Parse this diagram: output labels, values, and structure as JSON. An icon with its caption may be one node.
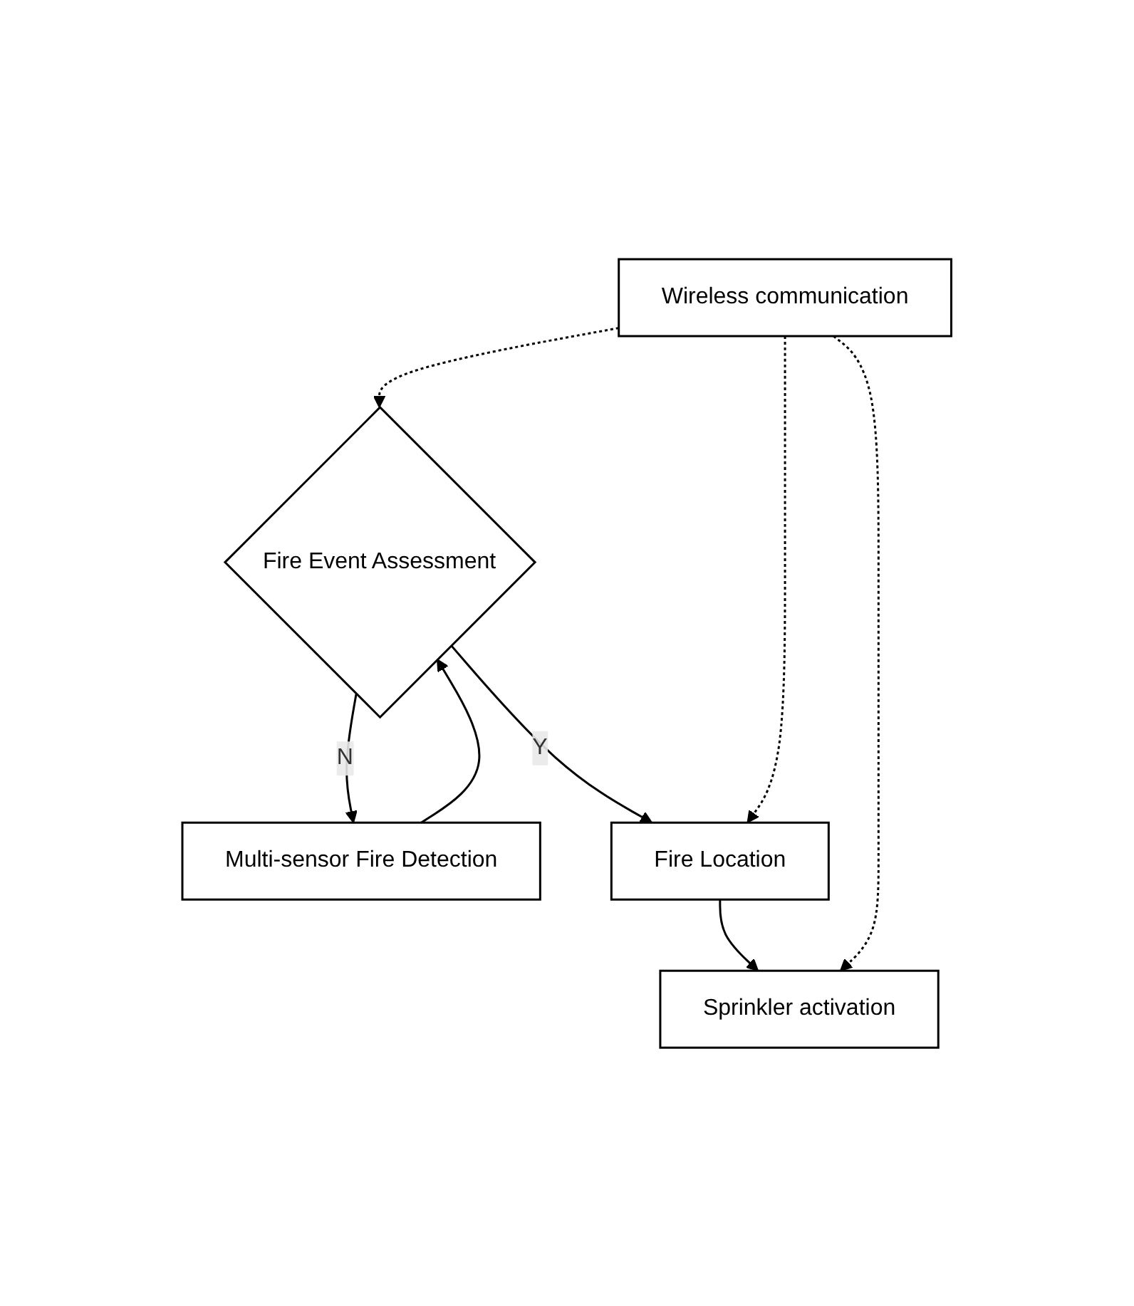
{
  "diagram": {
    "nodes": [
      {
        "text": [
          "Wireless communication"
        ]
      },
      {
        "text": [
          "Multi-sensor Fire Detection"
        ]
      },
      {
        "text": [
          "Fire Event Assessment"
        ]
      },
      {
        "text": [
          "Fire Location"
        ]
      },
      {
        "text": [
          "Sprinkler activation"
        ]
      }
    ],
    "edges": [
      {
        "from": 1,
        "to": 2,
        "arrow": "to"
      },
      {
        "from": 2,
        "to": 3,
        "arrow": "to",
        "label": "Y"
      },
      {
        "from": 3,
        "to": 4,
        "arrow": "to"
      },
      {
        "from": 2,
        "to": 1,
        "arrow": "to",
        "label": "N"
      },
      {
        "from": 0,
        "to": 2,
        "arrow": "to",
        "style": "dashed"
      },
      {
        "from": 0,
        "to": 3,
        "arrow": "to",
        "style": "dashed"
      },
      {
        "from": 0,
        "to": 4,
        "arrow": "to",
        "style": "dashed"
      }
    ]
  }
}
